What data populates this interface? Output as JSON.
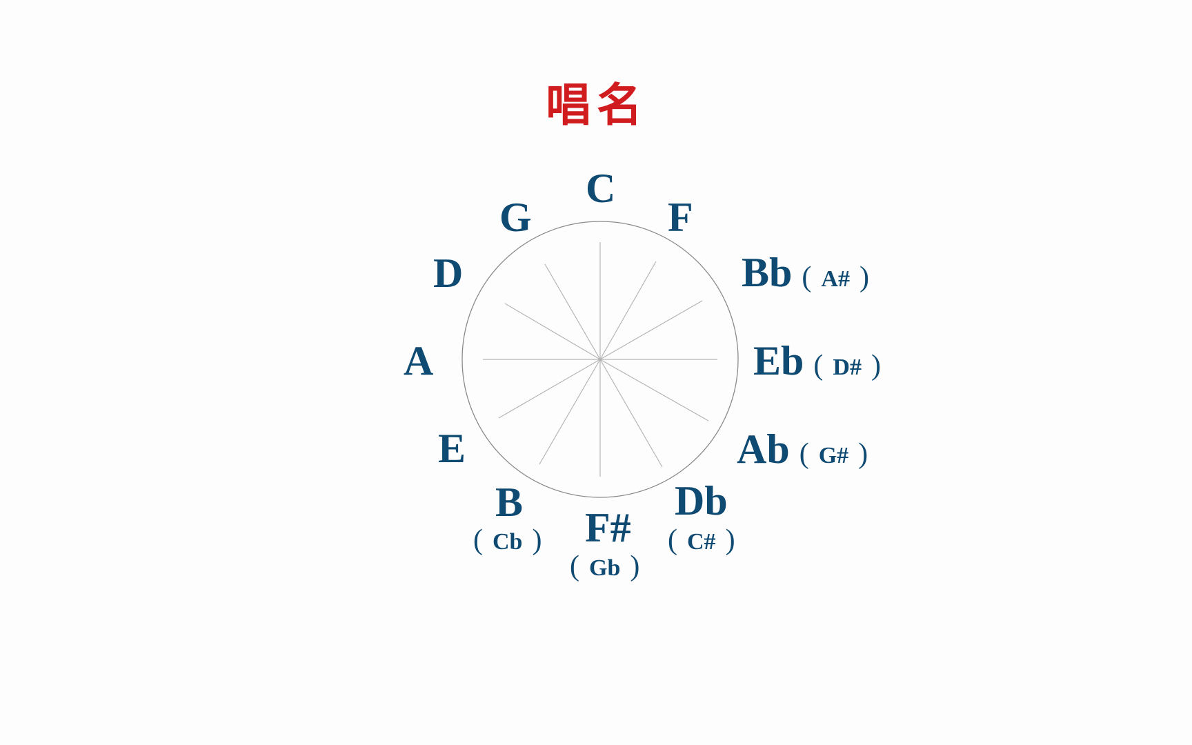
{
  "title": "唱名",
  "colors": {
    "title": "#d01c1f",
    "labels": "#0f4a72",
    "circle": "#8a8a8a",
    "spokes": "#b0b0b0",
    "background": "#fdfdfd"
  },
  "chart_data": {
    "type": "circle-of-fifths",
    "title": "唱名",
    "center": [
      870,
      521
    ],
    "radius": 200,
    "spokes": 12,
    "notes": [
      {
        "position": 0,
        "name": "C",
        "enharmonic": ""
      },
      {
        "position": 1,
        "name": "F",
        "enharmonic": ""
      },
      {
        "position": 2,
        "name": "Bb",
        "enharmonic": "A#"
      },
      {
        "position": 3,
        "name": "Eb",
        "enharmonic": "D#"
      },
      {
        "position": 4,
        "name": "Ab",
        "enharmonic": "G#"
      },
      {
        "position": 5,
        "name": "Db",
        "enharmonic": "C#"
      },
      {
        "position": 6,
        "name": "F#",
        "enharmonic": "Gb"
      },
      {
        "position": 7,
        "name": "B",
        "enharmonic": "Cb"
      },
      {
        "position": 8,
        "name": "E",
        "enharmonic": ""
      },
      {
        "position": 9,
        "name": "A",
        "enharmonic": ""
      },
      {
        "position": 10,
        "name": "D",
        "enharmonic": ""
      },
      {
        "position": 11,
        "name": "G",
        "enharmonic": ""
      }
    ]
  },
  "labels": {
    "c": "C",
    "f": "F",
    "bb": "Bb",
    "bb_alt": "A#",
    "eb": "Eb",
    "eb_alt": "D#",
    "ab": "Ab",
    "ab_alt": "G#",
    "db": "Db",
    "db_alt": "C#",
    "fs": "F#",
    "fs_alt": "Gb",
    "b": "B",
    "b_alt": "Cb",
    "e": "E",
    "a": "A",
    "d": "D",
    "g": "G",
    "paren_open": "(",
    "paren_close": ")"
  }
}
